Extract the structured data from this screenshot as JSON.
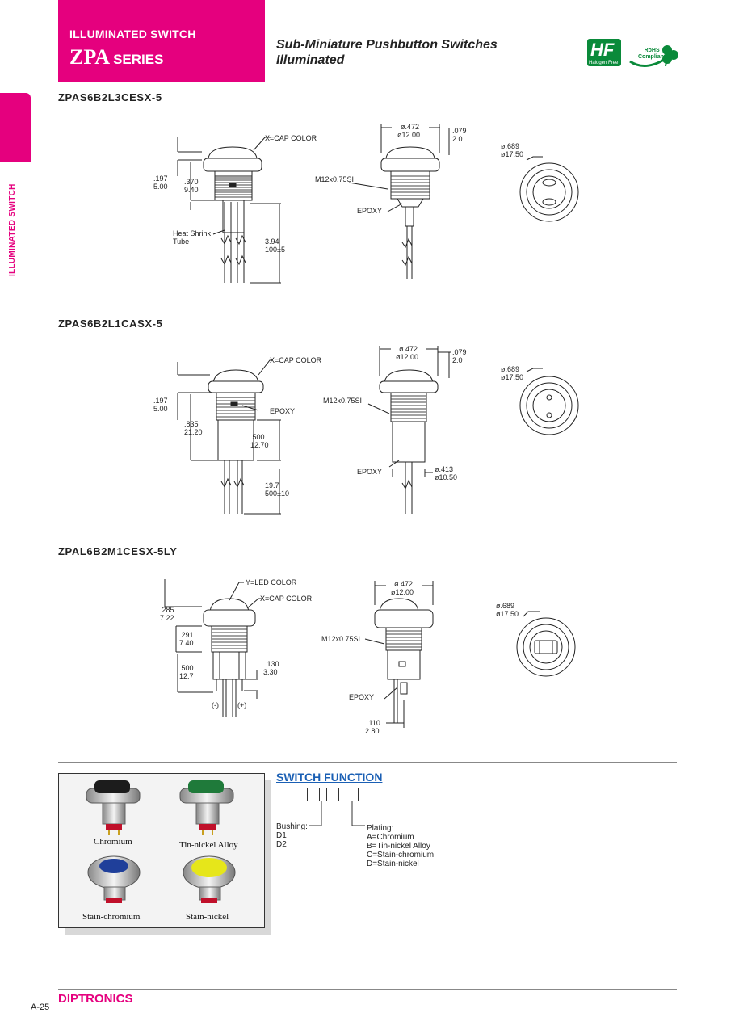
{
  "header": {
    "series_small": "ILLUMINATED SWITCH",
    "series_name": "ZPA",
    "series_suffix": "SERIES",
    "title_line1": "Sub-Miniature Pushbutton Switches",
    "title_line2": "Illuminated",
    "hf_logo_text": "HF",
    "hf_logo_sub": "Halogen Free",
    "rohs_line1": "RoHS",
    "rohs_line2": "Compliant"
  },
  "side_label": "ILLUMINATED SWITCH",
  "sections": [
    {
      "part": "ZPAS6B2L3CESX-5",
      "labels": {
        "cap": "X=CAP COLOR",
        "d1a": ".197",
        "d1b": "5.00",
        "d2a": ".370",
        "d2b": "9.40",
        "tube": "Heat Shrink\nTube",
        "len_a": "3.94",
        "len_b": "100±5",
        "dia_a": "ø.472",
        "dia_b": "ø12.00",
        "t_a": ".079",
        "t_b": "2.0",
        "thread": "M12x0.75SI",
        "epoxy": "EPOXY",
        "od_a": "ø.689",
        "od_b": "ø17.50"
      }
    },
    {
      "part": "ZPAS6B2L1CASX-5",
      "labels": {
        "cap": "X=CAP COLOR",
        "d1a": ".197",
        "d1b": "5.00",
        "d2a": ".835",
        "d2b": "21.20",
        "epoxy_left": "EPOXY",
        "body_a": ".500",
        "body_b": "12.70",
        "len_a": "19.7",
        "len_b": "500±10",
        "dia_a": "ø.472",
        "dia_b": "ø12.00",
        "t_a": ".079",
        "t_b": "2.0",
        "thread": "M12x0.75SI",
        "epoxy": "EPOXY",
        "wd_a": "ø.413",
        "wd_b": "ø10.50",
        "od_a": "ø.689",
        "od_b": "ø17.50"
      }
    },
    {
      "part": "ZPAL6B2M1CESX-5LY",
      "labels": {
        "led": "Y=LED COLOR",
        "cap": "X=CAP COLOR",
        "d1a": ".285",
        "d1b": "7.22",
        "d2a": ".291",
        "d2b": "7.40",
        "d3a": ".500",
        "d3b": "12.7",
        "pin_a": ".130",
        "pin_b": "3.30",
        "minus": "(-)",
        "plus": "(+)",
        "dia_a": "ø.472",
        "dia_b": "ø12.00",
        "thread": "M12x0.75SI",
        "epoxy": "EPOXY",
        "p_a": ".110",
        "p_b": "2.80",
        "od_a": "ø.689",
        "od_b": "ø17.50"
      }
    }
  ],
  "photos": {
    "items": [
      {
        "caption": "Chromium",
        "cap_color": "#1c1c1c"
      },
      {
        "caption": "Tin-nickel Alloy",
        "cap_color": "#1f7a3a"
      },
      {
        "caption": "Stain-chromium",
        "cap_color": "#1f3f9a"
      },
      {
        "caption": "Stain-nickel",
        "cap_color": "#e6e61a"
      }
    ]
  },
  "switch_function": {
    "title": "SWITCH FUNCTION",
    "bushing": "Bushing:\nD1\nD2",
    "plating": "Plating:\nA=Chromium\nB=Tin-nickel Alloy\nC=Stain-chromium\nD=Stain-nickel"
  },
  "footer": {
    "page": "A-25",
    "brand": "DIPTRONICS"
  },
  "colors": {
    "brand": "#e5007e",
    "link_blue": "#1a5fb4",
    "hf_green": "#0a8a3a"
  }
}
